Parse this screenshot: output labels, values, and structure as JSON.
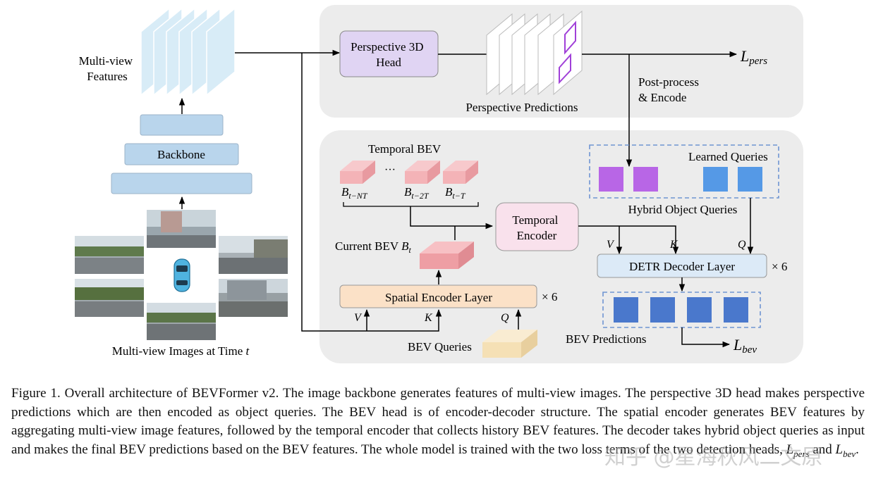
{
  "diagram": {
    "multiview_features": [
      "Multi-view",
      "Features"
    ],
    "backbone": "Backbone",
    "multiview_images": "Multi-view Images at Time t",
    "perspective_head": [
      "Perspective 3D",
      "Head"
    ],
    "perspective_predictions": "Perspective Predictions",
    "loss_pers": "L",
    "loss_pers_sub": "pers",
    "post_process": [
      "Post-process",
      "& Encode"
    ],
    "temporal_bev": "Temporal BEV",
    "bev_history": [
      {
        "base": "B",
        "sub": "t−NT"
      },
      {
        "base": "B",
        "sub": "t−2T"
      },
      {
        "base": "B",
        "sub": "t−T"
      }
    ],
    "ellipsis": "···",
    "current_bev": "Current BEV ",
    "current_bev_var": "B",
    "current_bev_sub": "t",
    "temporal_encoder": [
      "Temporal",
      "Encoder"
    ],
    "spatial_encoder": "Spatial Encoder Layer",
    "times_six": "× 6",
    "bev_queries": "BEV Queries",
    "v": "V",
    "k": "K",
    "q": "Q",
    "learned_queries": "Learned Queries",
    "hybrid_queries": "Hybrid Object Queries",
    "detr_decoder": "DETR Decoder Layer",
    "bev_predictions": "BEV Predictions",
    "loss_bev": "L",
    "loss_bev_sub": "bev"
  },
  "caption": {
    "part1": "Figure 1.  Overall architecture of BEVFormer v2.  The image backbone generates features of multi-view images.  The perspective 3D head makes perspective predictions which are then encoded as object queries. The BEV head is of encoder-decoder structure. The spatial encoder generates BEV features by aggregating multi-view image features, followed by the temporal encoder that collects history BEV features.  The decoder takes hybrid object queries as input and makes the final BEV predictions based on the BEV features.  The whole model is trained with the two loss terms of the two detection heads, ",
    "l1": "L",
    "l1_sub": "pers",
    "and": " and ",
    "l2": "L",
    "l2_sub": "bev",
    "end": "."
  },
  "watermark": "知乎 @星海秋风二文原",
  "colors": {
    "panel": "#ececec",
    "feature_plane": "#d8ecf7",
    "backbone": "#b9d5ec",
    "perspective_head": "#e0d4f3",
    "bev_block": "#f0a9ae",
    "temporal_encoder": "#f9e1ec",
    "spatial_encoder": "#fbe1c7",
    "bev_queries": "#f5e0b5",
    "purple_query": "#b866e6",
    "blue_query": "#5599e6",
    "bev_pred": "#4a78cc",
    "detr": "#dceaf7"
  }
}
